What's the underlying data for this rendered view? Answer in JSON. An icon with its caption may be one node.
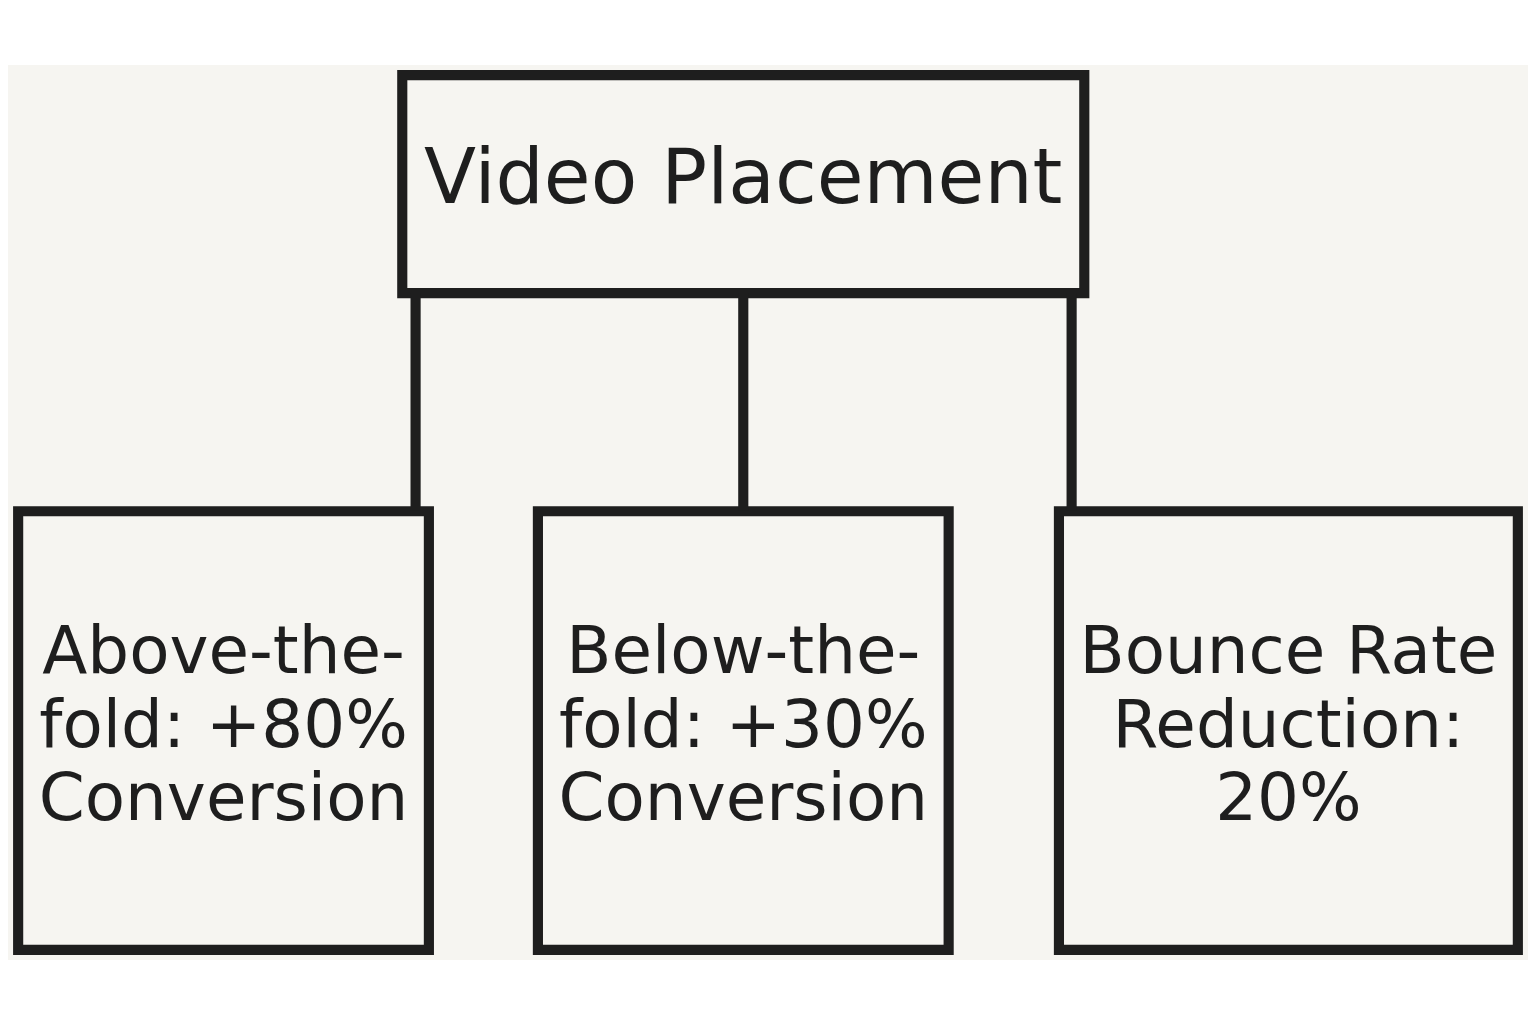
{
  "diagram": {
    "nodes": [
      {
        "text": [
          "Video Placement"
        ]
      },
      {
        "text": [
          "Above-the-fold: +80% Conversion"
        ]
      },
      {
        "text": [
          "Below-the-fold: +30% Conversion"
        ]
      },
      {
        "text": [
          "Bounce Rate Reduction: 20%"
        ]
      }
    ],
    "edges": [
      {
        "from": 0,
        "to": 1,
        "arrow": "none"
      },
      {
        "from": 0,
        "to": 2,
        "arrow": "none"
      },
      {
        "from": 0,
        "to": 3,
        "arrow": "none"
      }
    ]
  }
}
